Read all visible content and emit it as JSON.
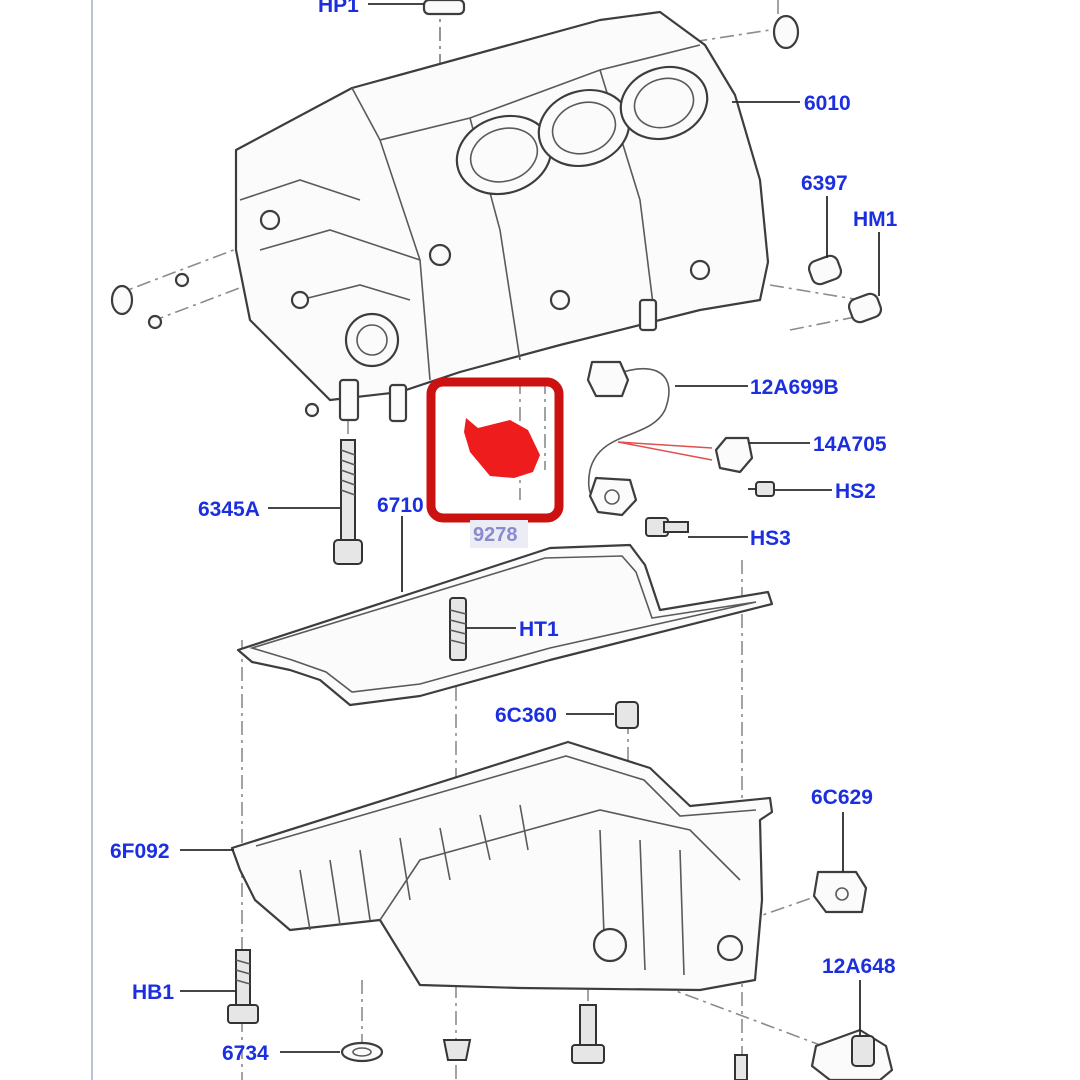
{
  "diagram": {
    "highlight_color": "#cc1111",
    "label_color": "#1c2fe0",
    "labels": {
      "hp1": "HP1",
      "p6010": "6010",
      "p6397": "6397",
      "hm1": "HM1",
      "p12a699b": "12A699B",
      "p14a705": "14A705",
      "hs2": "HS2",
      "hs3": "HS3",
      "p6345a": "6345A",
      "p6710": "6710",
      "p9278": "9278",
      "ht1": "HT1",
      "p6c360": "6C360",
      "p6c629": "6C629",
      "p6f092": "6F092",
      "hb1": "HB1",
      "p12a648": "12A648",
      "p6734": "6734"
    }
  }
}
